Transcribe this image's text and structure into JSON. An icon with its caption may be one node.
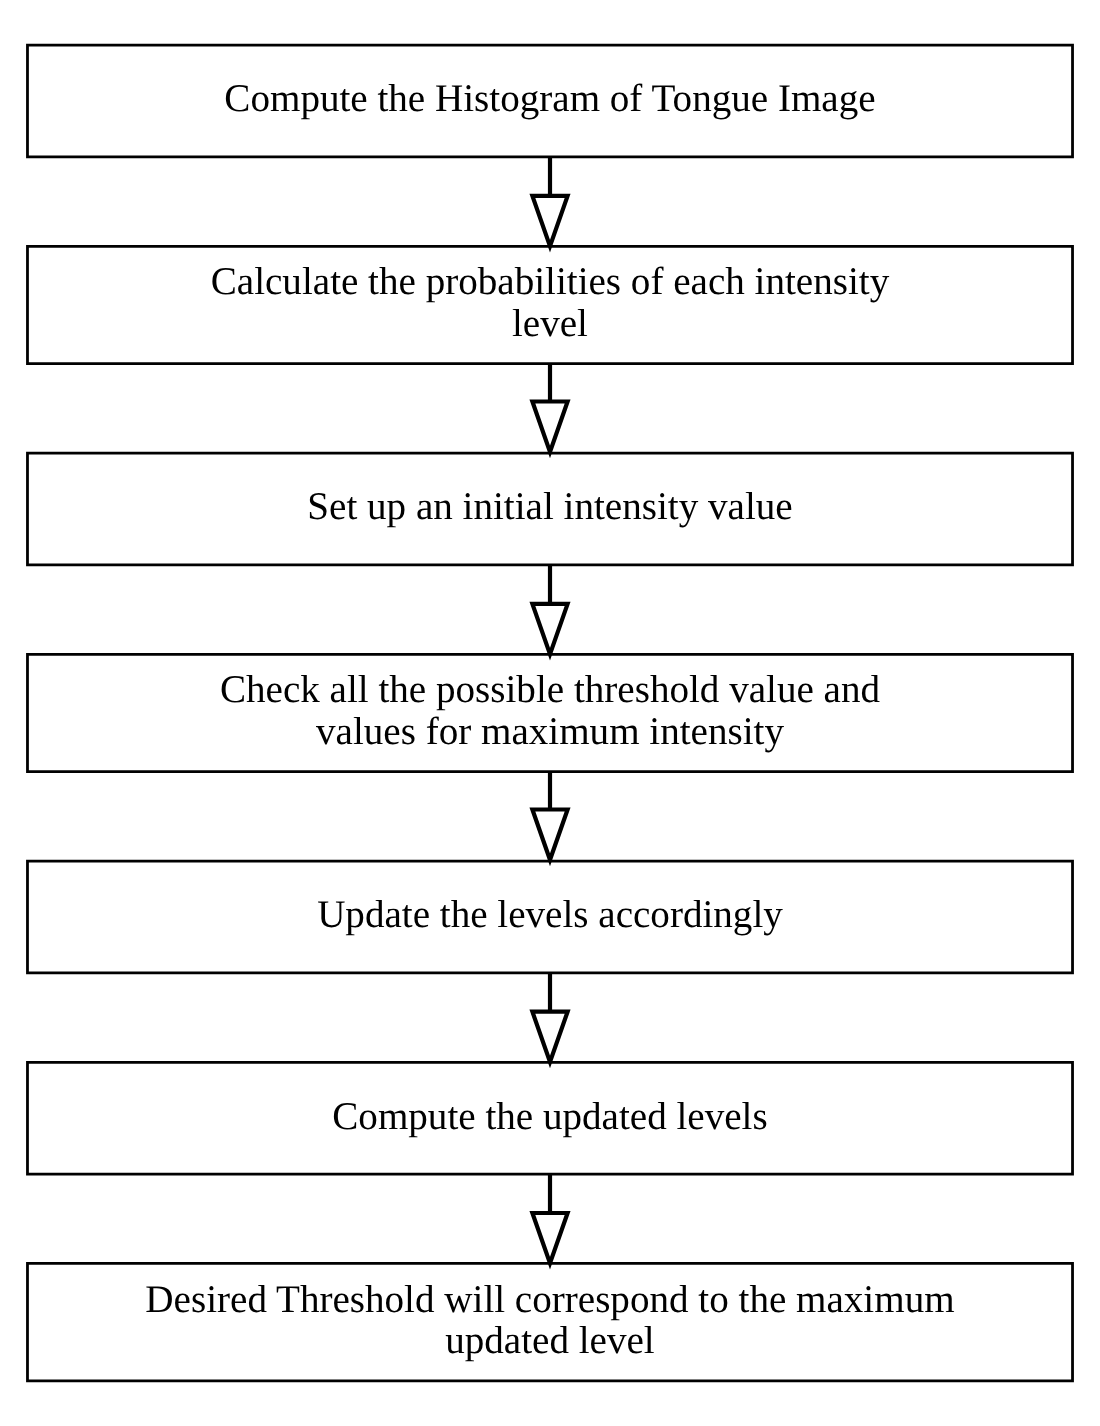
{
  "diagram": {
    "nodes": [
      {
        "text": [
          "Compute the Histogram of Tongue Image"
        ]
      },
      {
        "text": [
          "Calculate the probabilities of each intensity level"
        ]
      },
      {
        "text": [
          "Set up an initial intensity value"
        ]
      },
      {
        "text": [
          "Check all the possible threshold value and values for maximum intensity"
        ]
      },
      {
        "text": [
          "Update the levels accordingly"
        ]
      },
      {
        "text": [
          "Compute the updated levels"
        ]
      },
      {
        "text": [
          "Desired Threshold will correspond to the maximum updated level"
        ]
      }
    ],
    "edges": [
      {
        "from": 0,
        "to": 1,
        "arrow": "to"
      },
      {
        "from": 1,
        "to": 2,
        "arrow": "to"
      },
      {
        "from": 2,
        "to": 3,
        "arrow": "to"
      },
      {
        "from": 3,
        "to": 4,
        "arrow": "to"
      },
      {
        "from": 4,
        "to": 5,
        "arrow": "to"
      },
      {
        "from": 5,
        "to": 6,
        "arrow": "to"
      }
    ]
  }
}
